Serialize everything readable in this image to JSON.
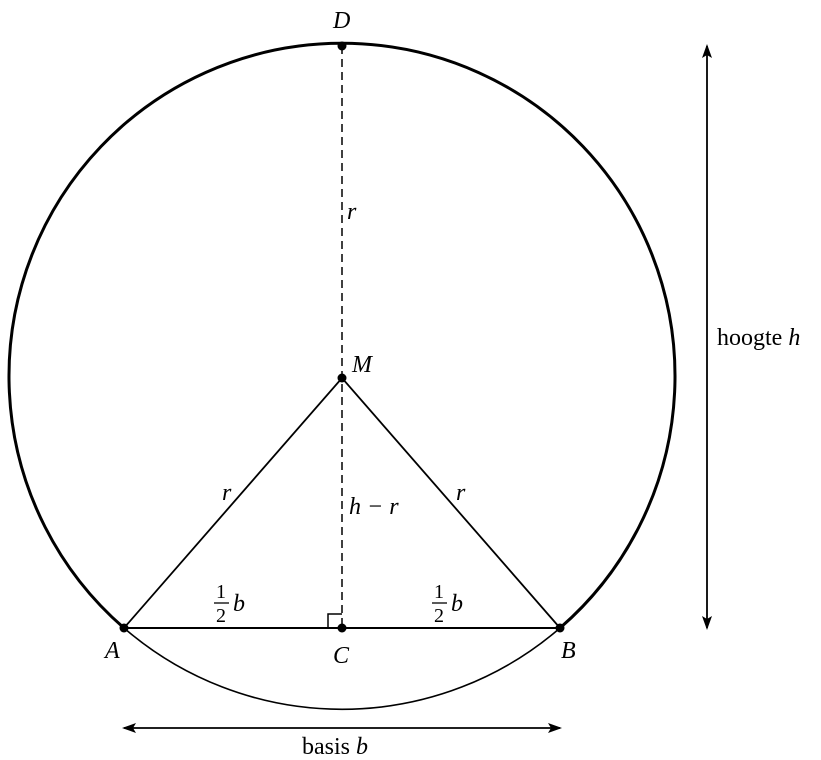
{
  "points": {
    "A": "A",
    "B": "B",
    "C": "C",
    "D": "D",
    "M": "M"
  },
  "segments": {
    "radius_vertical": "r",
    "radius_left": "r",
    "radius_right": "r",
    "center_to_base": "h − r"
  },
  "half_base": {
    "numerator": "1",
    "denominator": "2",
    "var": "b"
  },
  "height_label": {
    "word": "hoogte",
    "var": "h"
  },
  "base_label": {
    "word": "basis",
    "var": "b"
  }
}
